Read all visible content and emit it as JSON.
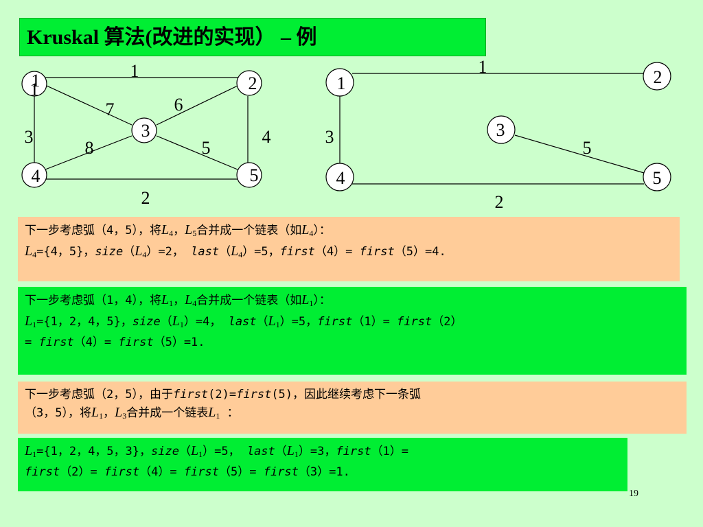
{
  "title": {
    "main": "Kruskal",
    "rest": " 算法(改进的实现） – 例"
  },
  "graph_left": {
    "nodes": [
      {
        "id": "1",
        "label": "1"
      },
      {
        "id": "2",
        "label": "2"
      },
      {
        "id": "3",
        "label": "3"
      },
      {
        "id": "4",
        "label": "4"
      },
      {
        "id": "5",
        "label": "5"
      }
    ],
    "edges": [
      {
        "from": "1",
        "to": "2",
        "weight": "1"
      },
      {
        "from": "1",
        "to": "3",
        "weight": "7"
      },
      {
        "from": "2",
        "to": "3",
        "weight": "6"
      },
      {
        "from": "1",
        "to": "4",
        "weight": "3"
      },
      {
        "from": "2",
        "to": "5",
        "weight": "4"
      },
      {
        "from": "3",
        "to": "4",
        "weight": "8"
      },
      {
        "from": "3",
        "to": "5",
        "weight": "5"
      },
      {
        "from": "4",
        "to": "5",
        "weight": "2"
      }
    ],
    "extra_label": "1"
  },
  "graph_right": {
    "nodes": [
      {
        "id": "1",
        "label": "1"
      },
      {
        "id": "2",
        "label": "2"
      },
      {
        "id": "3",
        "label": "3"
      },
      {
        "id": "4",
        "label": "4"
      },
      {
        "id": "5",
        "label": "5"
      }
    ],
    "edges": [
      {
        "from": "1",
        "to": "2",
        "weight": "1"
      },
      {
        "from": "1",
        "to": "4",
        "weight": "3"
      },
      {
        "from": "3",
        "to": "5",
        "weight": "5"
      },
      {
        "from": "4",
        "to": "5",
        "weight": "2"
      }
    ]
  },
  "step1": {
    "line1": {
      "a": "下一步考虑弧（4，5），将",
      "b": "，",
      "c": "合并成一个链表（如",
      "d": "）：",
      "v1": "L",
      "s1": "4",
      "v2": "L",
      "s2": "5",
      "v3": "L",
      "s3": "4"
    },
    "line2": {
      "v": "L",
      "s": "4",
      "t1": "={4，5}，",
      "size": "size",
      "t2": "（",
      "t3": "）=2，  ",
      "last": "last",
      "t4": "（",
      "t5": "）=5，",
      "first1": "first",
      "t6": "（4）= ",
      "first2": "first",
      "t7": "（5）=4."
    }
  },
  "step2": {
    "line1": {
      "a": "下一步考虑弧（1，4），将",
      "b": "，",
      "c": "合并成一个链表（如",
      "d": "）：",
      "v1": "L",
      "s1": "1",
      "v2": "L",
      "s2": "4",
      "v3": "L",
      "s3": "1"
    },
    "line2": {
      "v": "L",
      "s": "1",
      "t1": "={1，2，4，5}，",
      "size": "size",
      "t2": "（",
      "t3": "）=4，  ",
      "last": "last",
      "t4": "（",
      "t5": "）=5，",
      "first1": "first",
      "t6": "（1）= ",
      "first2": "first",
      "t7": "（2）"
    },
    "line3": {
      "t1": "= ",
      "first3": "first",
      "t2": "（4）= ",
      "first4": "first",
      "t3": "（5）=1."
    }
  },
  "step3": {
    "line1": {
      "a": "下一步考虑弧（2，5），由于",
      "first1": "first",
      "b": "(2)=",
      "first2": "first",
      "c": "(5)，因此继续考虑下一条弧"
    },
    "line2": {
      "a": "（3，5），将",
      "v1": "L",
      "s1": "1",
      "b": "，",
      "v2": "L",
      "s2": "3",
      "c": "合并成一个链表",
      "v3": "L",
      "s3": "1",
      "d": " ："
    }
  },
  "step4": {
    "line1": {
      "v": "L",
      "s": "1",
      "t1": "={1，2，4，5，3}，",
      "size": "size",
      "t2": "（",
      "t3": "）=5，  ",
      "last": "last",
      "t4": "（",
      "t5": "）=3，",
      "first1": "first",
      "t6": "（1）="
    },
    "line2": {
      "first2": "first",
      "t1": "（2）= ",
      "first3": "first",
      "t2": "（4）= ",
      "first4": "first",
      "t3": "（5）= ",
      "first5": "first",
      "t4": "（3）=1."
    }
  },
  "page_number": "19",
  "colors": {
    "background": "#ccffcc",
    "green_box": "#00ee33",
    "orange_box": "#ffcc99"
  }
}
